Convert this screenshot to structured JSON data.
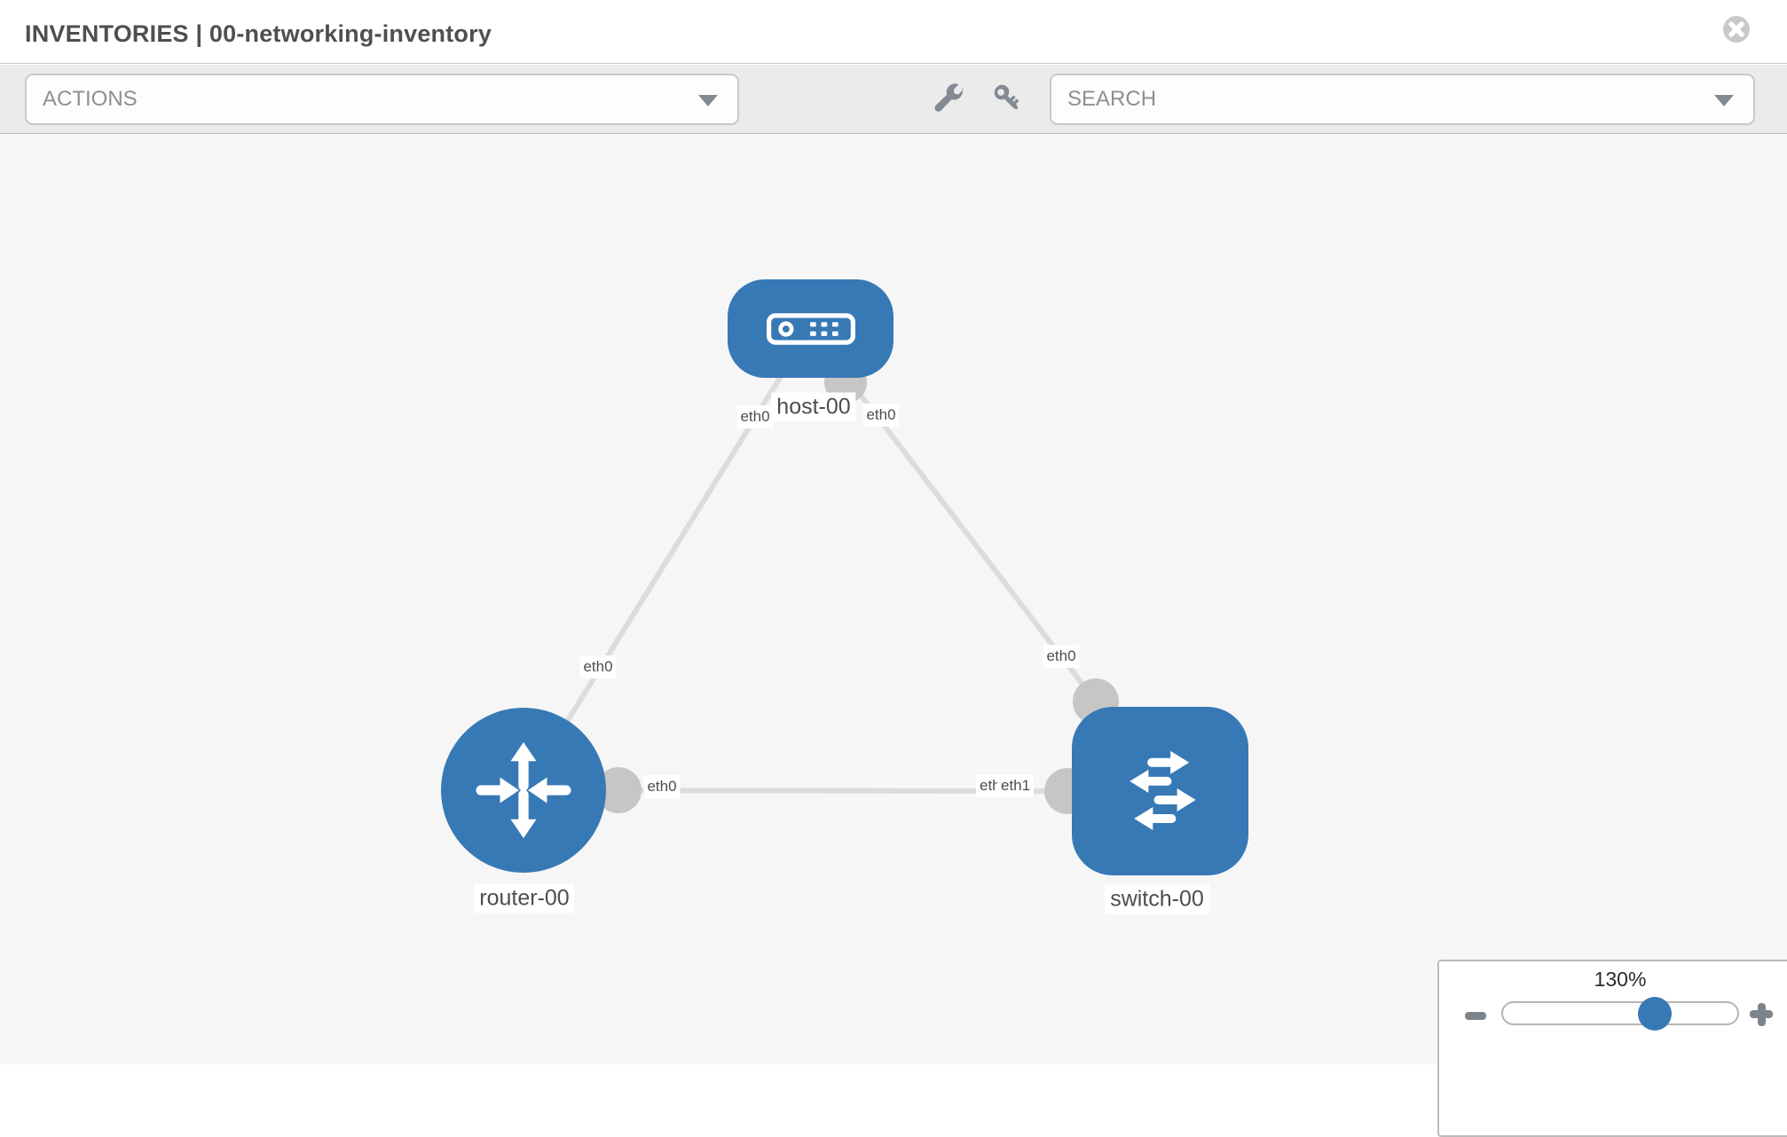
{
  "window": {
    "title": "INVENTORIES | 00-networking-inventory"
  },
  "toolbar": {
    "actions_placeholder": "ACTIONS",
    "search_placeholder": "SEARCH",
    "icons": [
      "wrench-icon",
      "key-icon",
      "chevron-down-icon"
    ]
  },
  "header_icons": [
    "close-icon"
  ],
  "diagram": {
    "nodes": [
      {
        "label": "host-00",
        "type": "host"
      },
      {
        "label": "router-00",
        "type": "router"
      },
      {
        "label": "switch-00",
        "type": "switch"
      }
    ],
    "interface_labels": [
      "eth0",
      "eth0",
      "eth0",
      "eth0",
      "eth0",
      "eth0",
      "eth1"
    ],
    "edges": [
      {
        "from": "host-00",
        "to": "router-00",
        "from_if": "eth0",
        "to_if": "eth0"
      },
      {
        "from": "host-00",
        "to": "switch-00",
        "from_if": "eth0",
        "to_if": "eth0"
      },
      {
        "from": "router-00",
        "to": "switch-00",
        "from_if": "eth0",
        "to_if": "eth1"
      }
    ]
  },
  "zoom_control": {
    "level": "130%",
    "icons": [
      "minus-icon",
      "plus-icon"
    ]
  },
  "colors": {
    "node_blue": "#3779b5",
    "edge_gray": "#dcdcdc",
    "port_gray": "#c6c6c6",
    "icon_gray": "#848a94",
    "toolbar_bg": "#ebebeb",
    "canvas_bg": "#f6f6f6"
  }
}
